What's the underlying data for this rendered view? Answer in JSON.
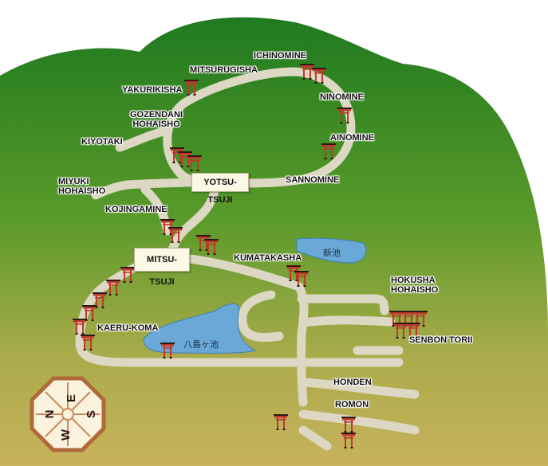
{
  "colors": {
    "mountain_top": "#1f7a1f",
    "mountain_bottom": "#c8b25c",
    "path": "#ddd8c4",
    "pond": "#6aa8d8",
    "torii": "#c0392b"
  },
  "labels": {
    "ichinomine": "ICHINOMINE",
    "mitsurugisha": "MITSURUGISHA",
    "yakurikisha": "YAKURIKISHA",
    "ninomine": "NINOMINE",
    "gozendani": "GOZENDANI\nHOHAISHO",
    "kiyotaki": "KIYOTAKI",
    "ainomine": "AINOMINE",
    "sannomine": "SANNOMINE",
    "miyuki": "MIYUKI\nHOHAISHO",
    "kojingamine": "KOJINGAMINE",
    "kumatakasha": "KUMATAKASHA",
    "hokusha": "HOKUSHA\nHOHAISHO",
    "kaeru_koma": "KAERU-KOMA",
    "senbon_torii": "SENBON TORII",
    "honden": "HONDEN",
    "romon": "ROMON"
  },
  "junctions": {
    "yotsu_tsuji": "YOTSU-TSUJI",
    "mitsu_tsuji": "MITSU-TSUJI"
  },
  "ponds": {
    "shin_ike": "新池",
    "yashimagaike": "八島ヶ池"
  },
  "compass": {
    "north": "N",
    "east": "E",
    "south": "S",
    "west": "W"
  }
}
